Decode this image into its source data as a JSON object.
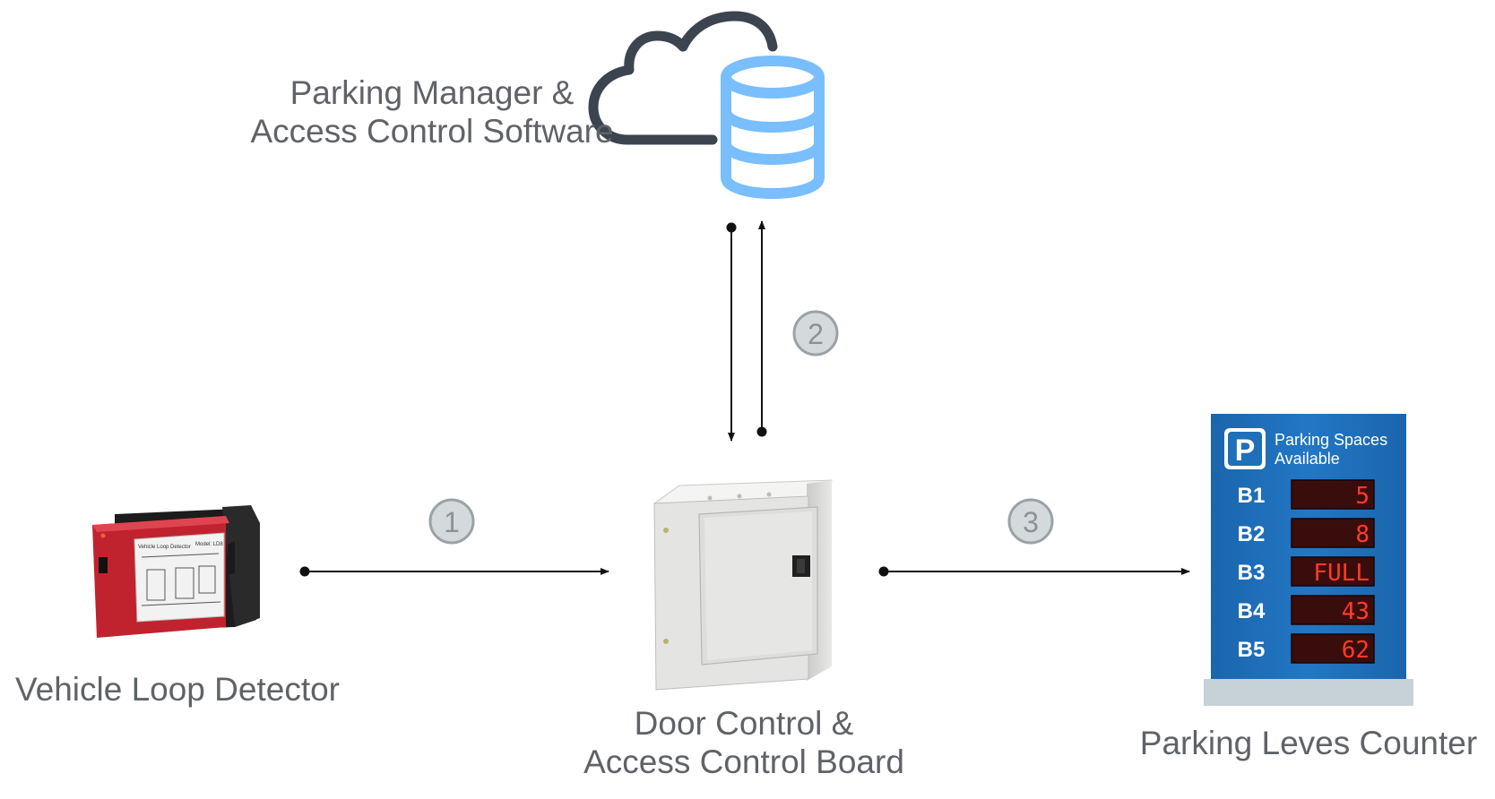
{
  "nodes": {
    "software": {
      "line1": "Parking Manager &",
      "line2": "Access Control Software",
      "icon": "cloud-database-icon"
    },
    "detector": {
      "label": "Vehicle Loop Detector"
    },
    "board": {
      "line1": "Door Control &",
      "line2": "Access Control Board"
    },
    "counter": {
      "label": "Parking Leves Counter"
    }
  },
  "steps": {
    "one": "1",
    "two": "2",
    "three": "3"
  },
  "sign": {
    "logo": "P",
    "title_line1": "Parking Spaces",
    "title_line2": "Available",
    "rows": [
      {
        "level": "B1",
        "value": "5"
      },
      {
        "level": "B2",
        "value": "8"
      },
      {
        "level": "B3",
        "value": "FULL"
      },
      {
        "level": "B4",
        "value": "43"
      },
      {
        "level": "B5",
        "value": "62"
      }
    ]
  },
  "device_text": {
    "detector_brand": "Vehicle Loop Detector",
    "detector_model": "Model: LD8"
  },
  "colors": {
    "label_text": "#5f6368",
    "cloud_outline": "#3c4450",
    "database_blue": "#79beff",
    "step_circle_fill": "#d4dadc",
    "step_circle_stroke": "#9aa2a5",
    "sign_blue": "#1f6fb9",
    "led_red": "#ff3b2a",
    "cabinet_gray": "#e4e5e3",
    "detector_red": "#c0232d"
  }
}
